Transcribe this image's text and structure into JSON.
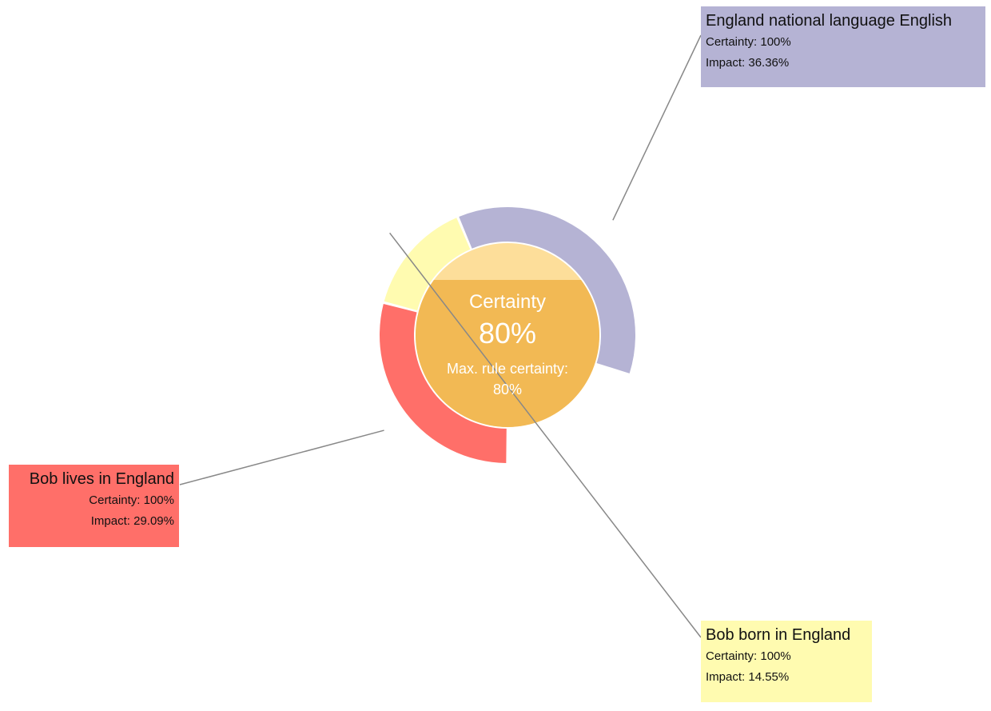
{
  "chart_data": {
    "type": "pie",
    "center": {
      "label": "Certainty",
      "value": "80%",
      "value_fraction": 0.8,
      "max_rule_label": "Max. rule certainty:",
      "max_rule_value": "80%"
    },
    "series": [
      {
        "name": "Bob lives in England",
        "certainty_text": "Certainty: 100%",
        "impact_text": "Impact: 29.09%",
        "impact": 29.09,
        "color": "#FF6F69"
      },
      {
        "name": "Bob born in England",
        "certainty_text": "Certainty: 100%",
        "impact_text": "Impact: 14.55%",
        "impact": 14.55,
        "color": "#FFFBB0"
      },
      {
        "name": "England national language English",
        "certainty_text": "Certainty: 100%",
        "impact_text": "Impact: 36.36%",
        "impact": 36.36,
        "color": "#B5B3D4"
      }
    ],
    "colors": {
      "inner_fill": "#F2B954",
      "inner_empty": "#FDDE9A",
      "connector": "#888888"
    }
  }
}
